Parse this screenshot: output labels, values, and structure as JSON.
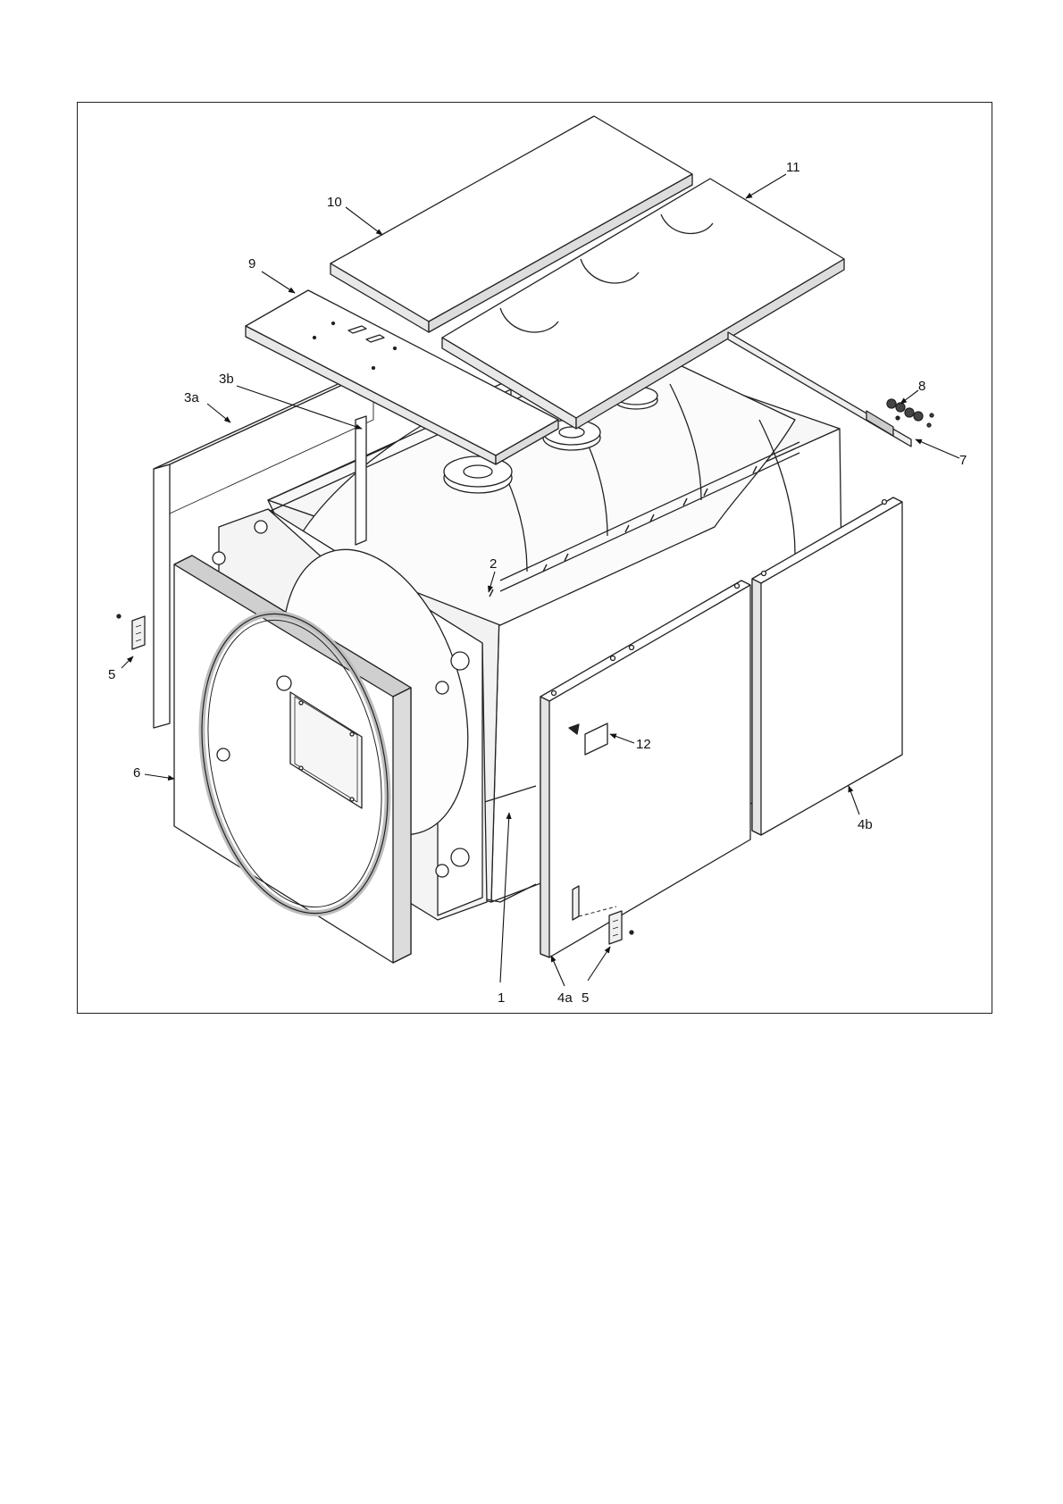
{
  "diagram": {
    "callouts": [
      {
        "id": "c1",
        "text": "1"
      },
      {
        "id": "c2",
        "text": "2"
      },
      {
        "id": "c3a",
        "text": "3a"
      },
      {
        "id": "c3b",
        "text": "3b"
      },
      {
        "id": "c4a",
        "text": "4a"
      },
      {
        "id": "c4b",
        "text": "4b"
      },
      {
        "id": "c5l",
        "text": "5"
      },
      {
        "id": "c5r",
        "text": "5"
      },
      {
        "id": "c6",
        "text": "6"
      },
      {
        "id": "c7",
        "text": "7"
      },
      {
        "id": "c8",
        "text": "8"
      },
      {
        "id": "c9",
        "text": "9"
      },
      {
        "id": "c10",
        "text": "10"
      },
      {
        "id": "c11",
        "text": "11"
      },
      {
        "id": "c12",
        "text": "12"
      }
    ]
  }
}
